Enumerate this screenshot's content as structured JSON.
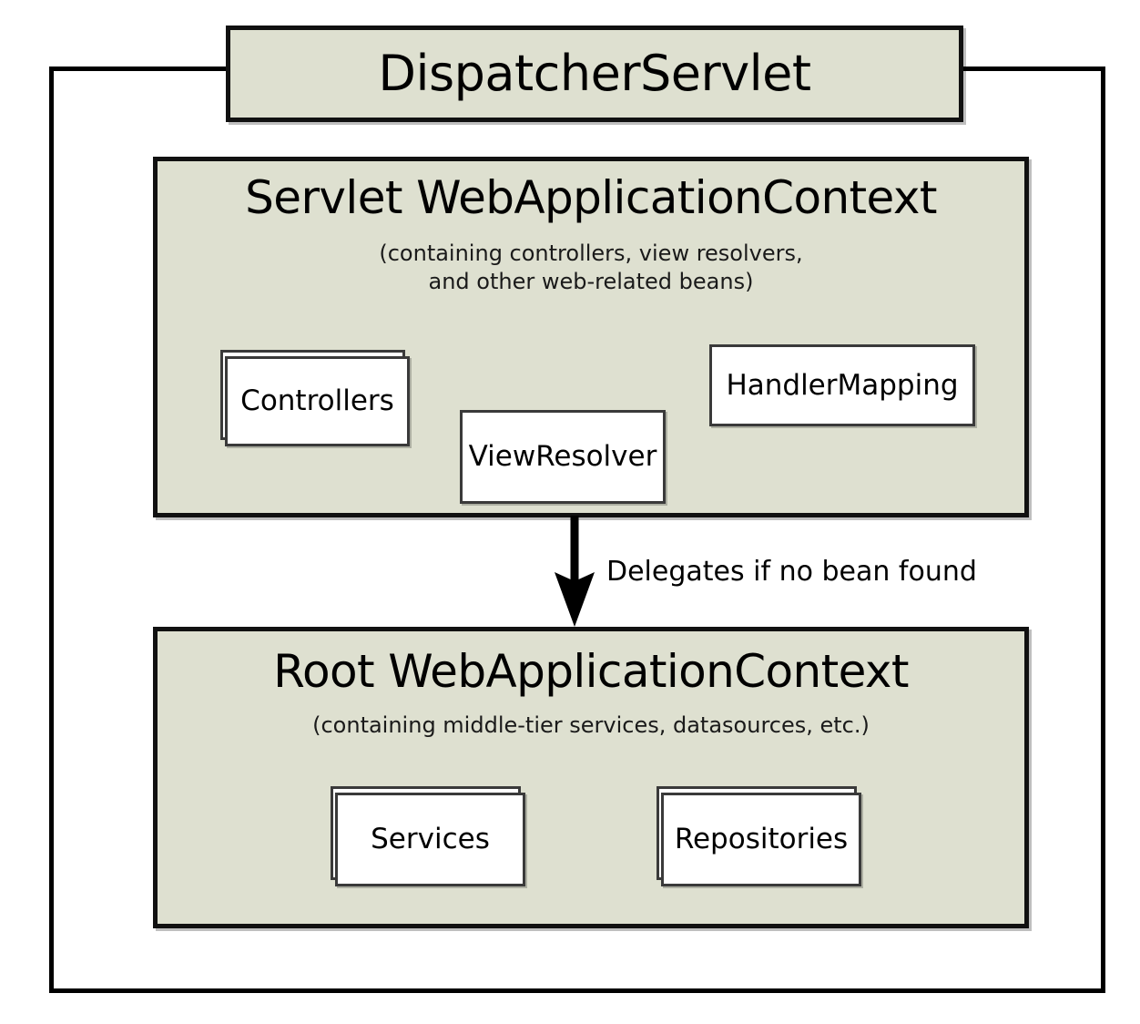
{
  "diagram": {
    "title": "DispatcherServlet",
    "servlet_context": {
      "heading": "Servlet WebApplicationContext",
      "subtitle_line1": "(containing controllers, view resolvers,",
      "subtitle_line2": "and other web-related beans)",
      "components": [
        {
          "label": "Controllers",
          "stacked": true
        },
        {
          "label": "ViewResolver",
          "stacked": false
        },
        {
          "label": "HandlerMapping",
          "stacked": false
        }
      ]
    },
    "root_context": {
      "heading": "Root WebApplicationContext",
      "subtitle_line1": "(containing middle-tier services, datasources, etc.)",
      "components": [
        {
          "label": "Services",
          "stacked": true
        },
        {
          "label": "Repositories",
          "stacked": true
        }
      ]
    },
    "arrow": {
      "label": "Delegates if no bean found",
      "direction": "down",
      "from": "Servlet WebApplicationContext",
      "to": "Root WebApplicationContext"
    },
    "colors": {
      "context_fill": "#dee0d0",
      "component_fill": "#ffffff",
      "stroke": "#111111",
      "component_stroke": "#3a3a3a",
      "text": "#000000",
      "background": "#ffffff"
    }
  }
}
